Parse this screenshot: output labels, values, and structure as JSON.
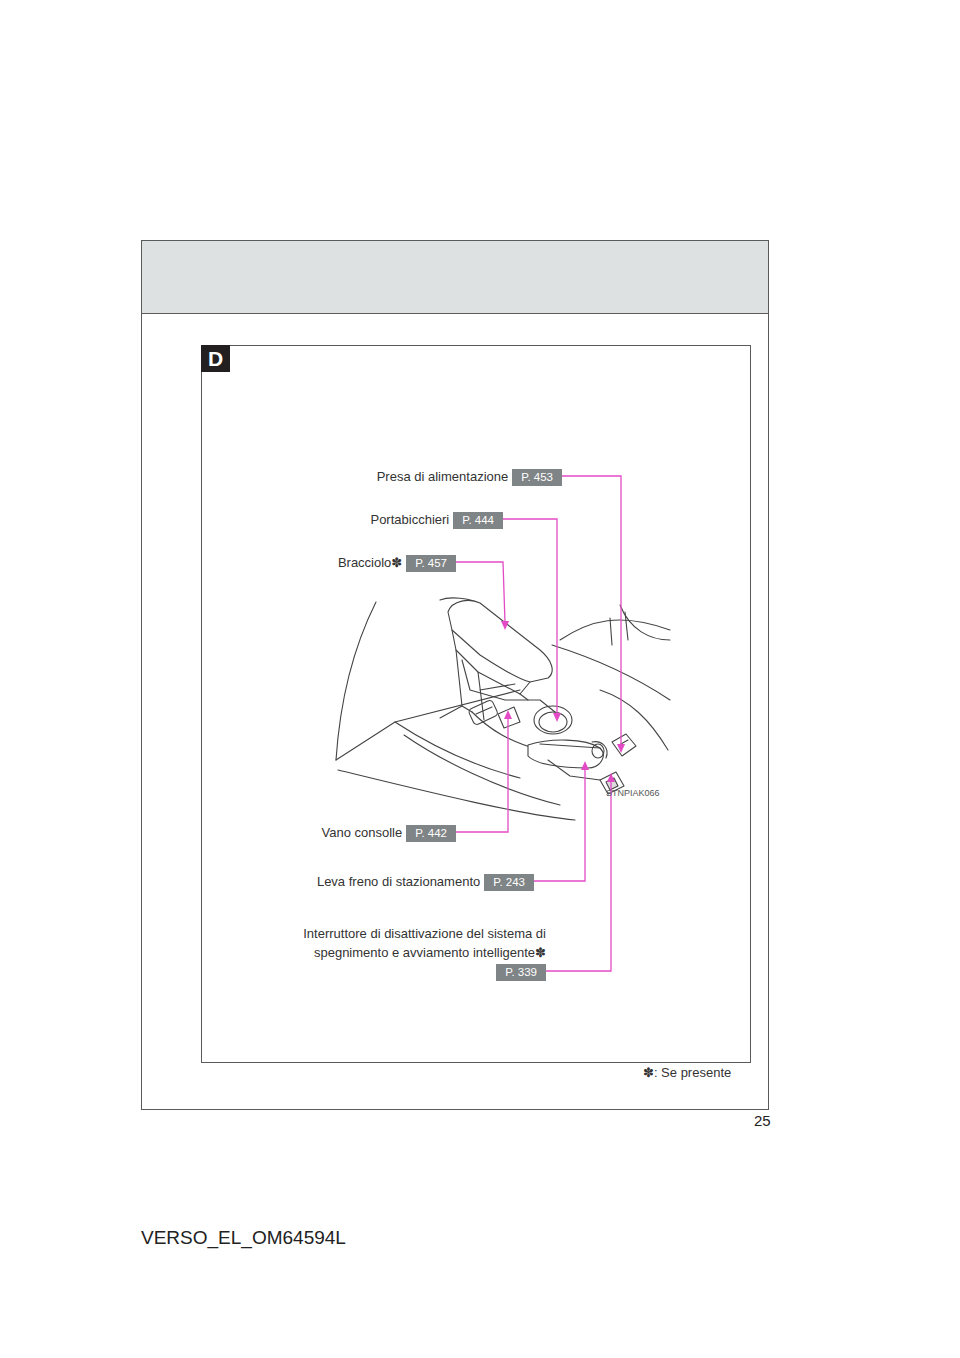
{
  "diagram": {
    "nodes": [
      {
        "text": [
          "D"
        ]
      },
      {
        "text": [
          "P. 453"
        ]
      },
      {
        "text": [
          "P. 444"
        ]
      },
      {
        "text": [
          "P. 457"
        ]
      },
      {
        "text": [
          "P. 442"
        ]
      },
      {
        "text": [
          "P. 243"
        ]
      },
      {
        "text": [
          "P. 339"
        ]
      }
    ],
    "labels": [
      "Presa di alimentazione",
      "Portabicchieri",
      "Bracciolo✽",
      "Vano consolle",
      "Leva freno di stazionamento",
      "Interruttore di disattivazione del sistema di spegnimento e avviamento intelligente✽",
      "STNPIAK066",
      "✽: Se presente",
      "25",
      "VERSO_EL_OM64594L"
    ]
  }
}
